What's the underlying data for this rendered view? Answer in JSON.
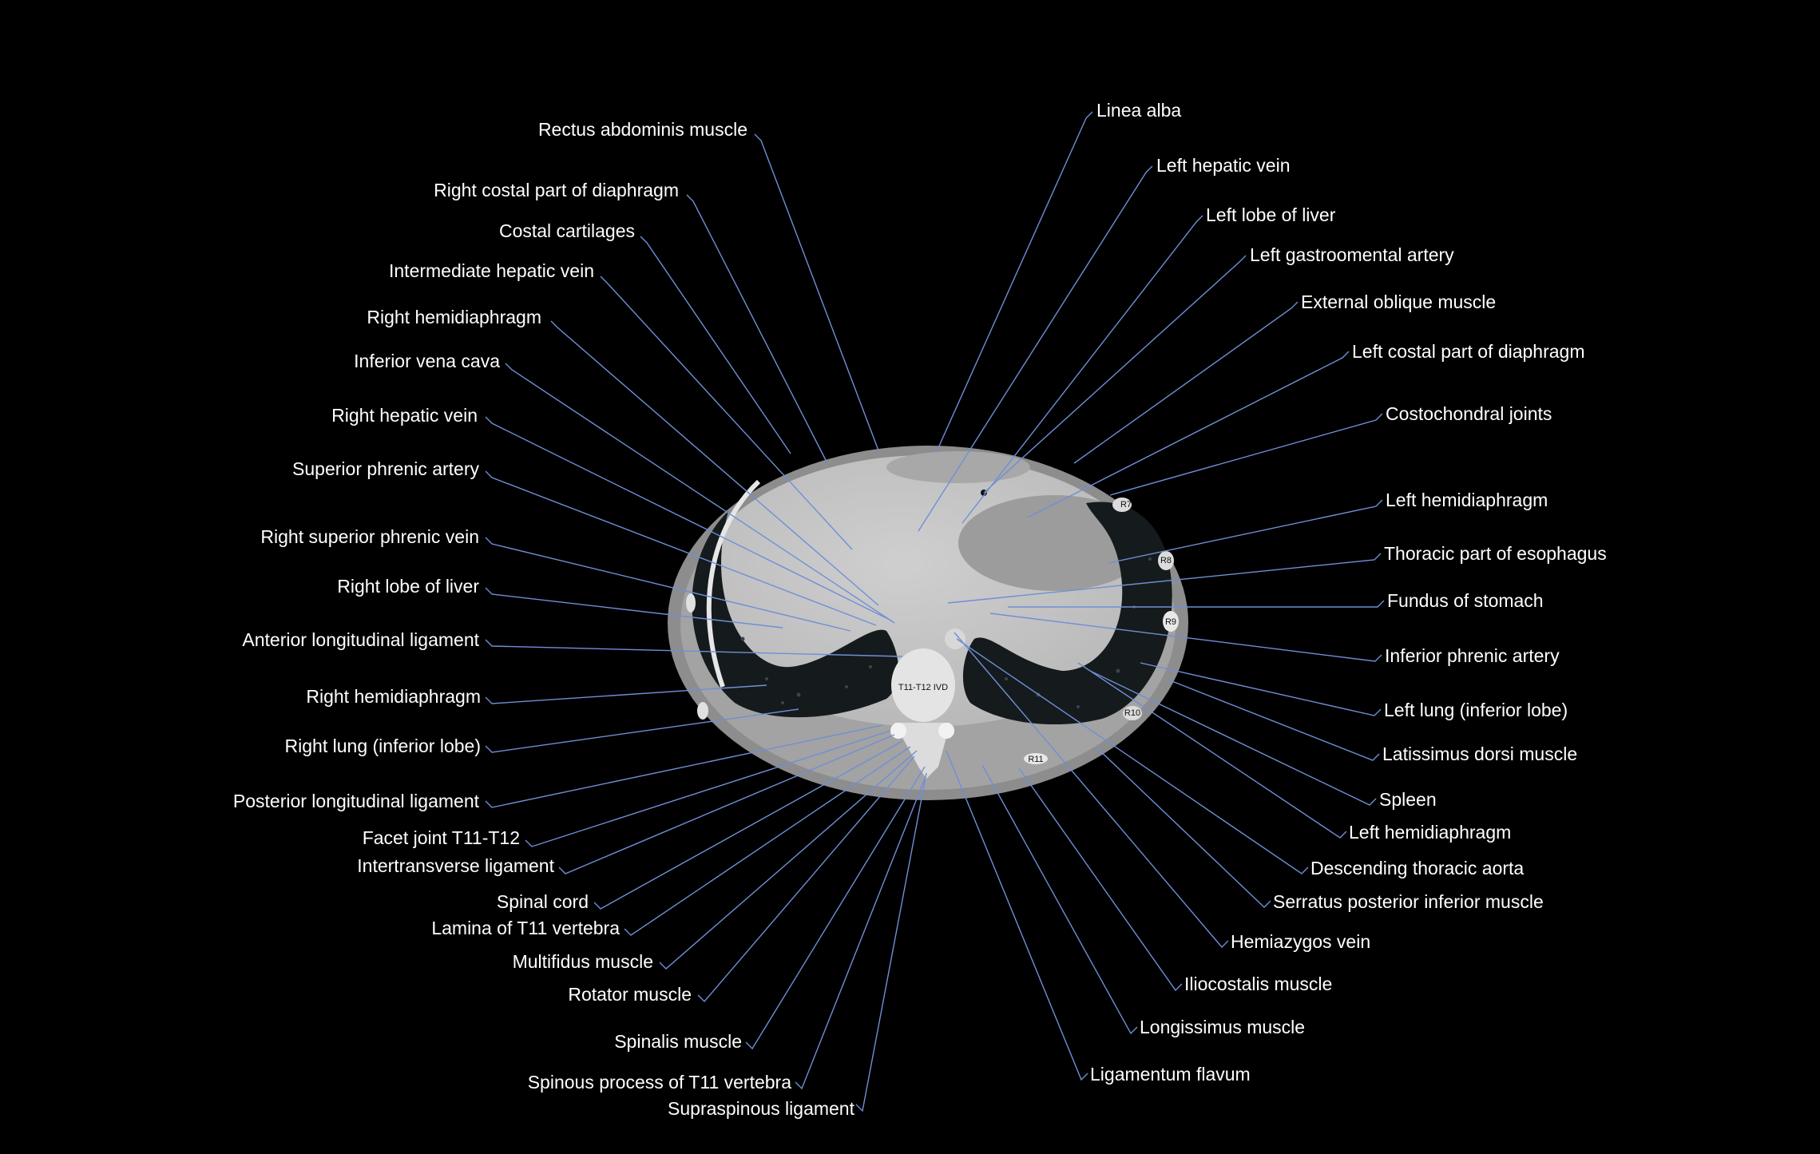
{
  "labels_left": [
    "Rectus abdominis muscle",
    "Right costal part of diaphragm",
    "Costal cartilages",
    "Intermediate hepatic vein",
    "Right hemidiaphragm",
    "Inferior vena cava",
    "Right hepatic vein",
    "Superior phrenic artery",
    "Right superior phrenic vein",
    "Right lobe of liver",
    "Anterior longitudinal ligament",
    "Right hemidiaphragm",
    "Right lung (inferior lobe)",
    "Posterior longitudinal ligament",
    "Facet joint T11-T12",
    "Intertransverse ligament",
    "Spinal cord",
    "Lamina of T11 vertebra",
    "Multifidus muscle",
    "Rotator muscle",
    "Spinalis muscle",
    "Spinous process of T11 vertebra",
    "Supraspinous ligament"
  ],
  "labels_right": [
    "Linea alba",
    "Left hepatic vein",
    "Left lobe of liver",
    "Left gastroomental artery",
    "External oblique muscle",
    "Left costal part of diaphragm",
    "Costochondral joints",
    "Left hemidiaphragm",
    "Thoracic part of esophagus",
    "Fundus of stomach",
    "Inferior phrenic artery",
    "Left lung (inferior lobe)",
    "Latissimus dorsi muscle",
    "Spleen",
    "Left hemidiaphragm",
    "Descending thoracic aorta",
    "Serratus posterior inferior muscle",
    "Hemiazygos vein",
    "Iliocostalis muscle",
    "Longissimus muscle",
    "Ligamentum flavum"
  ],
  "image_tags": {
    "vertebra": "T11-T12 IVD",
    "ribs": [
      "R7",
      "R8",
      "R9",
      "R10",
      "R11"
    ]
  },
  "colors": {
    "background": "#000000",
    "label_text": "#ffffff",
    "leader_line": "#6f8fd6"
  }
}
